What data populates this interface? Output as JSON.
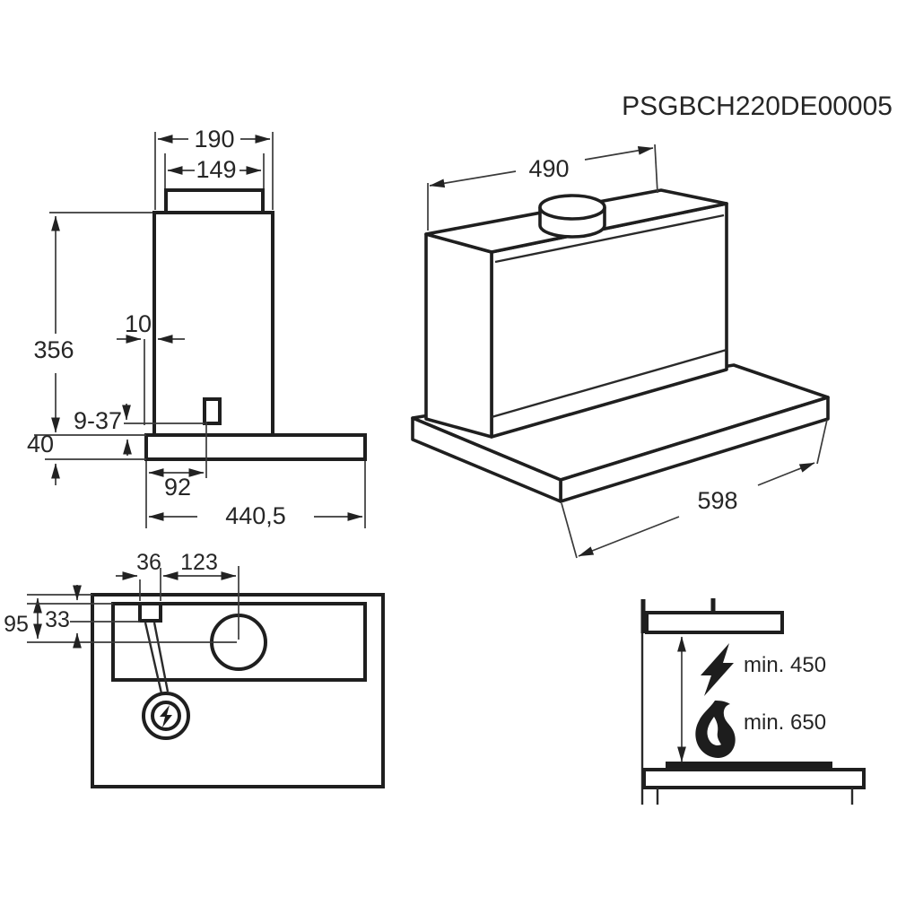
{
  "product_code": "PSGBCH220DE00005",
  "side_view": {
    "top_width": "190",
    "duct_width": "149",
    "height": "356",
    "rear_gap": "10",
    "adjust_range": "9-37",
    "plate_height": "40",
    "bracket_offset": "92",
    "total_depth": "440,5"
  },
  "iso_view": {
    "body_width": "490",
    "front_width": "598"
  },
  "plan_view": {
    "cutout_width": "36",
    "duct_offset": "123",
    "duct_center_depth": "95",
    "cutout_depth": "33"
  },
  "clearance_view": {
    "electric_clearance": "min. 450",
    "gas_clearance": "min. 650"
  },
  "colors": {
    "line": "#1f1f1f",
    "background": "#ffffff"
  }
}
